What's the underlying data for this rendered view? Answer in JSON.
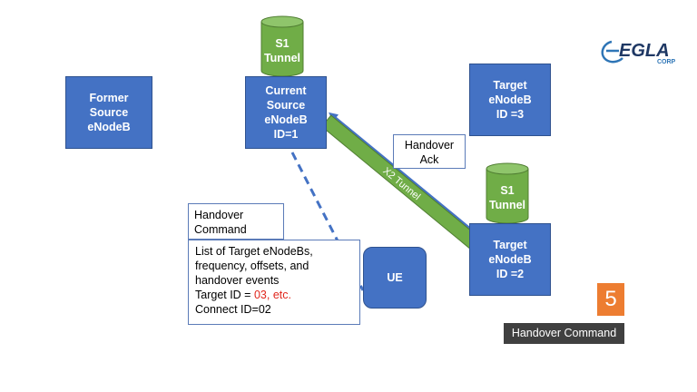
{
  "nodes": {
    "former_source": [
      "Former",
      "Source",
      "eNodeB"
    ],
    "current_source": [
      "Current",
      "Source",
      "eNodeB",
      "ID=1"
    ],
    "target_3": [
      "Target",
      "eNodeB",
      "ID =3"
    ],
    "target_2": [
      "Target",
      "eNodeB",
      "ID =2"
    ],
    "ue": "UE"
  },
  "tunnels": {
    "s1_top": [
      "S1",
      "Tunnel"
    ],
    "s1_target": [
      "S1",
      "Tunnel"
    ],
    "x2": "X2 Tunnel"
  },
  "notes": {
    "handover_ack": [
      "Handover",
      "Ack"
    ],
    "handover_command": [
      "Handover",
      "Command"
    ],
    "details": {
      "line1": "List of  Target eNodeBs,",
      "line2": "frequency, offsets, and",
      "line3": "handover events",
      "line4_prefix": "Target ID = ",
      "line4_red": "03, etc.",
      "line5": "Connect ID=02"
    }
  },
  "badge": {
    "number": "5",
    "label": "Handover Command"
  },
  "logo": {
    "text": "EGLA",
    "sub": "CORP"
  },
  "colors": {
    "node_blue": "#4472c4",
    "tunnel_green": "#70ad47",
    "badge_orange": "#ed7d31",
    "label_dark": "#404040",
    "highlight_red": "#e0261c"
  }
}
